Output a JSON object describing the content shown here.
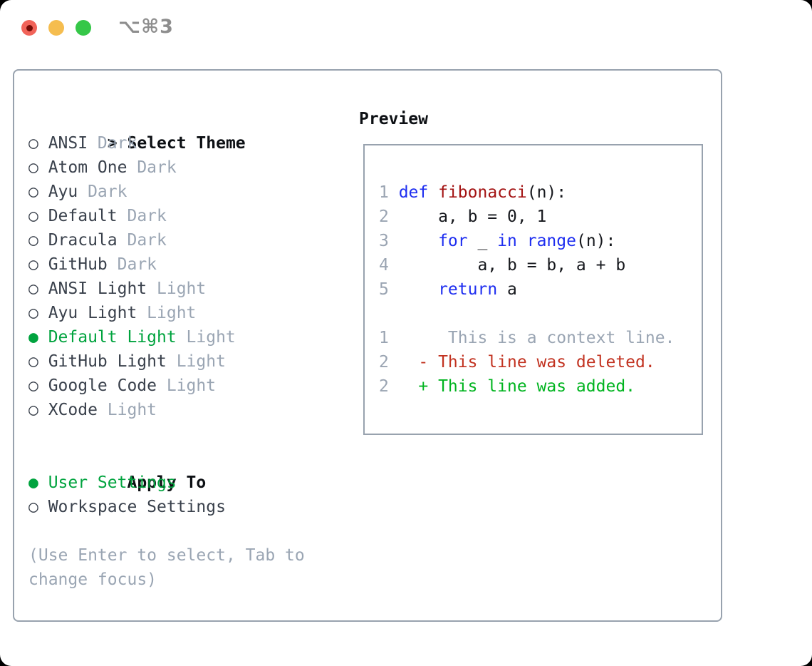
{
  "palette": {
    "accent_green": "#00a33e",
    "border_gray": "#98a2ae",
    "muted_gray": "#9aa5b3",
    "code_keyword_blue": "#1e2ef0",
    "code_function_red": "#a31212",
    "diff_deleted_red": "#c23321",
    "diff_added_green": "#00b41f",
    "traffic_red": "#f16359",
    "traffic_yellow": "#f5bd4f",
    "traffic_green": "#35c748"
  },
  "icons": {
    "cursor_glyph": ">",
    "radio_selected_glyph": "●",
    "radio_unselected_glyph": "○"
  },
  "titlebar": {
    "shortcut": "⌥⌘3"
  },
  "theme_panel": {
    "title": "Select Theme",
    "items": [
      {
        "name": "ANSI",
        "variant": "Dark",
        "selected": false
      },
      {
        "name": "Atom One",
        "variant": "Dark",
        "selected": false
      },
      {
        "name": "Ayu",
        "variant": "Dark",
        "selected": false
      },
      {
        "name": "Default",
        "variant": "Dark",
        "selected": false
      },
      {
        "name": "Dracula",
        "variant": "Dark",
        "selected": false
      },
      {
        "name": "GitHub",
        "variant": "Dark",
        "selected": false
      },
      {
        "name": "ANSI Light",
        "variant": "Light",
        "selected": false
      },
      {
        "name": "Ayu Light",
        "variant": "Light",
        "selected": false
      },
      {
        "name": "Default Light",
        "variant": "Light",
        "selected": true
      },
      {
        "name": "GitHub Light",
        "variant": "Light",
        "selected": false
      },
      {
        "name": "Google Code",
        "variant": "Light",
        "selected": false
      },
      {
        "name": "XCode",
        "variant": "Light",
        "selected": false
      }
    ]
  },
  "apply_panel": {
    "title": "Apply To",
    "options": [
      {
        "label": "User Settings",
        "selected": true
      },
      {
        "label": "Workspace Settings",
        "selected": false
      }
    ]
  },
  "hint": {
    "line1": "(Use Enter to select, Tab to",
    "line2": "change focus)"
  },
  "preview": {
    "title": "Preview",
    "lines": [
      {
        "num": "1",
        "segments": [
          {
            "c": "keyword",
            "t": "def"
          },
          {
            "c": "plain",
            "t": " "
          },
          {
            "c": "function",
            "t": "fibonacci"
          },
          {
            "c": "plain",
            "t": "(n):"
          }
        ]
      },
      {
        "num": "2",
        "segments": [
          {
            "c": "plain",
            "t": "    a, b = 0, 1"
          }
        ]
      },
      {
        "num": "3",
        "segments": [
          {
            "c": "plain",
            "t": "    "
          },
          {
            "c": "keyword",
            "t": "for"
          },
          {
            "c": "plain",
            "t": " _ "
          },
          {
            "c": "keyword",
            "t": "in"
          },
          {
            "c": "plain",
            "t": " "
          },
          {
            "c": "keyword",
            "t": "range"
          },
          {
            "c": "plain",
            "t": "(n):"
          }
        ]
      },
      {
        "num": "4",
        "segments": [
          {
            "c": "plain",
            "t": "        a, b = b, a + b"
          }
        ]
      },
      {
        "num": "5",
        "segments": [
          {
            "c": "plain",
            "t": "    "
          },
          {
            "c": "keyword",
            "t": "return"
          },
          {
            "c": "plain",
            "t": " a"
          }
        ]
      },
      {
        "num": "",
        "segments": []
      },
      {
        "num": "1",
        "segments": [
          {
            "c": "context",
            "t": "     This is a context line."
          }
        ]
      },
      {
        "num": "2",
        "segments": [
          {
            "c": "deleted",
            "t": "  - This line was deleted."
          }
        ]
      },
      {
        "num": "2",
        "segments": [
          {
            "c": "added",
            "t": "  + This line was added."
          }
        ]
      }
    ]
  }
}
